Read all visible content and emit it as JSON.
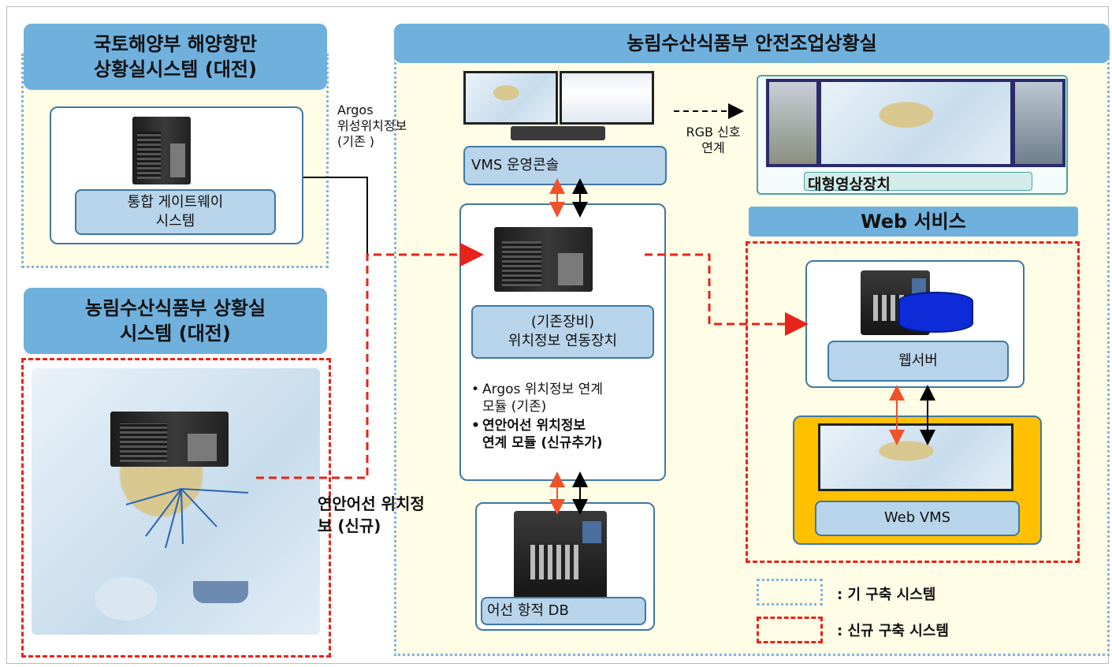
{
  "headers": {
    "mof": "국토해양부 해양항만\n상황실시스템 (대전)",
    "mafra_dj": "농림수산식품부 상황실\n시스템 (대전)",
    "safety_room": "농림수산식품부 안전조업상황실",
    "web_service": "Web 서비스"
  },
  "labels": {
    "gateway": "통합 게이트웨이\n시스템",
    "argos": "Argos\n위성위치정보\n(기존 )",
    "vms_console": "VMS 운영콘솔",
    "rgb": "RGB 신호\n연계",
    "large_display": "대형영상장치",
    "link_device": "(기존장비)\n위치정보 연동장치",
    "coastal": "연안어선 위치정\n보 (신규)",
    "track_db": "어선 항적 DB",
    "web_server": "웹서버",
    "web_vms": "Web VMS"
  },
  "modules": [
    {
      "text": "Argos 위치정보 연계\n모듈 (기존)",
      "bold": false
    },
    {
      "text": "연안어선 위치정보\n연계 모듈 (신규추가)",
      "bold": true
    }
  ],
  "legend": {
    "existing": ": 기 구축 시스템",
    "new": ": 신규 구축 시스템"
  },
  "colors": {
    "header": "#6fb0dd",
    "existing_zone": "#7fb3e3",
    "new_zone": "#e8231a",
    "web_vms_bg": "#ffc000",
    "db_cylinder": "#0d2bd6"
  }
}
